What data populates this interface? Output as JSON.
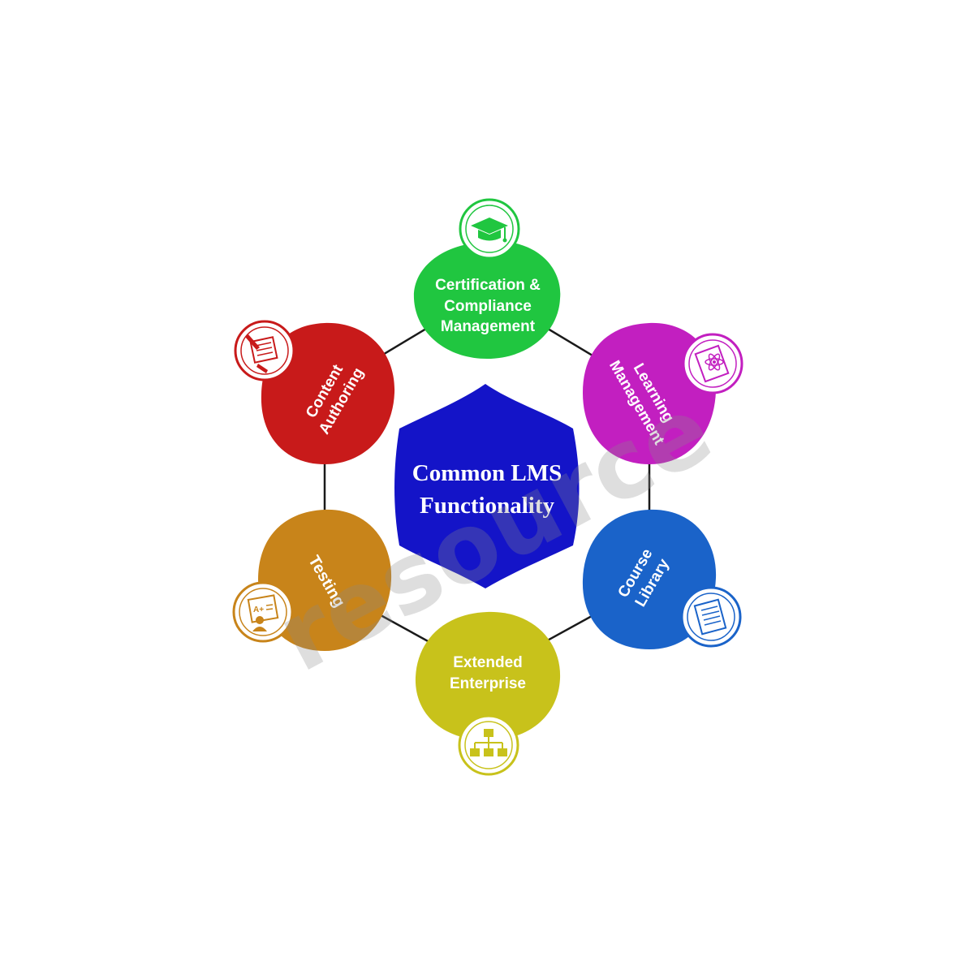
{
  "center": {
    "title_line1": "Common LMS",
    "title_line2": "Functionality",
    "color": "#1414c8"
  },
  "nodes": [
    {
      "id": "certification",
      "line1": "Certification &",
      "line2": "Compliance",
      "line3": "Management",
      "color": "#20c640",
      "icon": "graduation-cap-icon"
    },
    {
      "id": "learning",
      "line1": "Learning",
      "line2": "Management",
      "color": "#c21fc0",
      "icon": "atom-book-icon"
    },
    {
      "id": "course",
      "line1": "Course",
      "line2": "Library",
      "color": "#1a63c9",
      "icon": "open-book-icon"
    },
    {
      "id": "extended",
      "line1": "Extended",
      "line2": "Enterprise",
      "color": "#c8c21b",
      "icon": "hierarchy-icon"
    },
    {
      "id": "testing",
      "line1": "Testing",
      "color": "#c8841a",
      "icon": "exam-test-icon"
    },
    {
      "id": "content",
      "line1": "Content",
      "line2": "Authoring",
      "color": "#c81a1a",
      "icon": "writing-document-icon"
    }
  ],
  "watermark_text": "resource",
  "connector_color": "#1a1a1a"
}
